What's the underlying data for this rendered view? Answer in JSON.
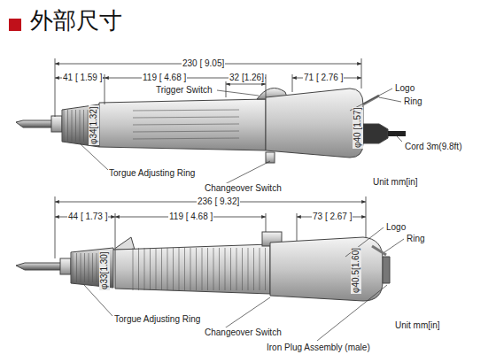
{
  "diagram": {
    "title": "外部尺寸",
    "labels": [
      "230 [ 9.05]",
      "41 [ 1.59 ]",
      "119 [ 4.68 ]",
      "Trigger Switch",
      "32 [1.26]",
      "71 [ 2.76 ]",
      "Logo",
      "Ring",
      "Cord 3m(9.8ft)",
      "φ34[1.32]",
      "φ40 [1.57]",
      "Torgue Adjusting Ring",
      "Changeover Switch",
      "Unit  mm[in]",
      "236 [ 9.32]",
      "44 [ 1.73 ]",
      "119 [ 4.68 ]",
      "73 [ 2.67 ]",
      "Logo",
      "Ring",
      "φ33[1.30]",
      "φ40.5[1.60]",
      "Torgue Adjusting Ring",
      "Changeover Switch",
      "Unit  mm[in]",
      "Iron Plug Assembly (male)"
    ]
  }
}
